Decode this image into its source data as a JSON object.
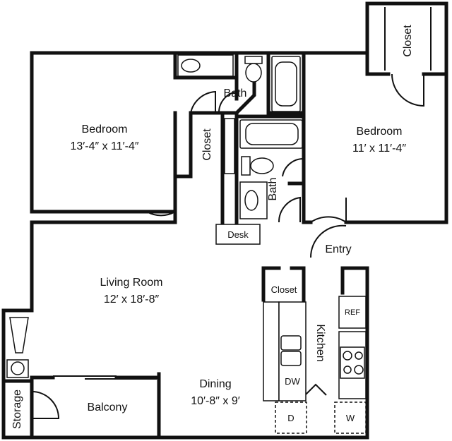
{
  "rooms": {
    "bedroom_left": {
      "name": "Bedroom",
      "size": "13′-4″ x 11′-4″"
    },
    "bedroom_right": {
      "name": "Bedroom",
      "size": "11′ x 11′-4″"
    },
    "living": {
      "name": "Living Room",
      "size": "12′ x 18′-8″"
    },
    "dining": {
      "name": "Dining",
      "size": "10′-8″ x 9′"
    },
    "balcony": {
      "name": "Balcony"
    },
    "storage": {
      "name": "Storage"
    },
    "kitchen": {
      "name": "Kitchen"
    },
    "entry": {
      "name": "Entry"
    }
  },
  "fixtures": {
    "bath_top": "Bath",
    "bath_mid": "Bath",
    "closet_top_right": "Closet",
    "closet_left": "Closet",
    "closet_kitchen": "Closet",
    "desk": "Desk",
    "refrigerator": "REF",
    "dishwasher": "DW",
    "dryer": "D",
    "washer": "W"
  }
}
